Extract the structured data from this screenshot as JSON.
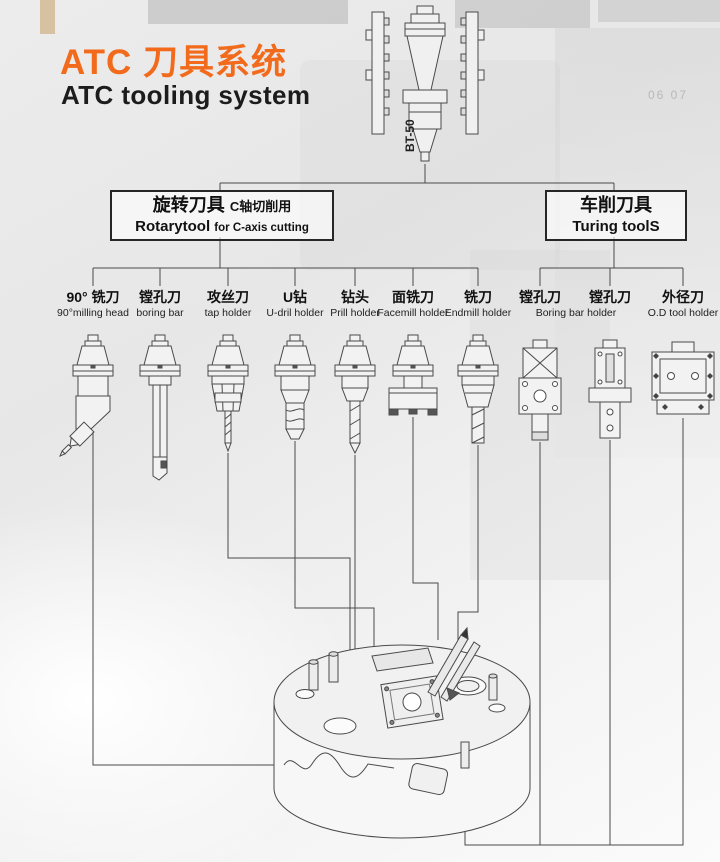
{
  "page": {
    "title_zh": "ATC 刀具系统",
    "title_en": "ATC tooling system",
    "page_number": "06 07"
  },
  "spindle": {
    "label": "BT-50"
  },
  "groups": [
    {
      "title_zh": "旋转刀具",
      "title_zh_note": "C轴切削用",
      "title_en": "Rotarytool",
      "title_en_note": "for C-axis cutting",
      "tools": [
        {
          "zh": "90° 铣刀",
          "en": "90°milling head"
        },
        {
          "zh": "镗孔刀",
          "en": "boring bar"
        },
        {
          "zh": "攻丝刀",
          "en": "tap holder"
        },
        {
          "zh": "U钻",
          "en": "U-dril holder"
        },
        {
          "zh": "钻头",
          "en": "Prill holder"
        },
        {
          "zh": "面铣刀",
          "en": "Facemill holder"
        },
        {
          "zh": "铣刀",
          "en": "Endmill holder"
        }
      ]
    },
    {
      "title_zh": "车削刀具",
      "title_en": "Turing toolS",
      "tools": [
        {
          "zh": "镗孔刀",
          "en": "Boring bar holder"
        },
        {
          "zh": "镗孔刀",
          "en": ""
        },
        {
          "zh": "外径刀",
          "en": "O.D tool holder"
        }
      ]
    }
  ],
  "colors": {
    "accent": "#f26a1b",
    "line": "#4a4a4a"
  }
}
